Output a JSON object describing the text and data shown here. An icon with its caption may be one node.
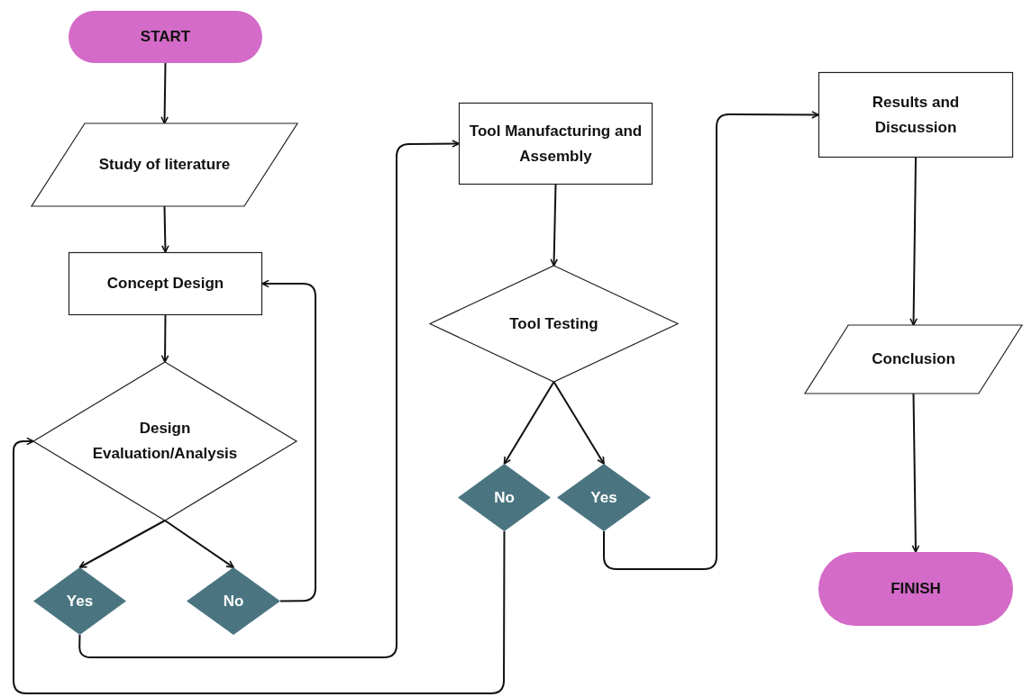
{
  "diagram": {
    "nodes": [
      {
        "text": [
          "START"
        ]
      },
      {
        "text": [
          "Study of literature"
        ]
      },
      {
        "text": [
          "Concept Design"
        ]
      },
      {
        "text": [
          "Design Evaluation/Analysis"
        ]
      },
      {
        "text": [
          "Yes"
        ]
      },
      {
        "text": [
          "No"
        ]
      },
      {
        "text": [
          "Tool Manufacturing and Assembly"
        ]
      },
      {
        "text": [
          "Tool Testing"
        ]
      },
      {
        "text": [
          "No"
        ]
      },
      {
        "text": [
          "Yes"
        ]
      },
      {
        "text": [
          "Results and Discussion"
        ]
      },
      {
        "text": [
          "Conclusion"
        ]
      },
      {
        "text": [
          "FINISH"
        ]
      }
    ],
    "edges": [
      {
        "from": 0,
        "to": 1,
        "arrow": "to"
      },
      {
        "from": 1,
        "to": 2,
        "arrow": "to"
      },
      {
        "from": 2,
        "to": 3,
        "arrow": "to"
      },
      {
        "from": 3,
        "to": 4,
        "arrow": "to"
      },
      {
        "from": 3,
        "to": 5,
        "arrow": "to"
      },
      {
        "from": 5,
        "to": 2,
        "arrow": "to"
      },
      {
        "from": 4,
        "to": 6,
        "arrow": "to"
      },
      {
        "from": 6,
        "to": 7,
        "arrow": "to"
      },
      {
        "from": 7,
        "to": 8,
        "arrow": "to"
      },
      {
        "from": 7,
        "to": 9,
        "arrow": "to"
      },
      {
        "from": 8,
        "to": 3,
        "arrow": "to"
      },
      {
        "from": 9,
        "to": 10,
        "arrow": "to"
      },
      {
        "from": 10,
        "to": 11,
        "arrow": "to"
      },
      {
        "from": 11,
        "to": 12,
        "arrow": "to"
      }
    ]
  }
}
